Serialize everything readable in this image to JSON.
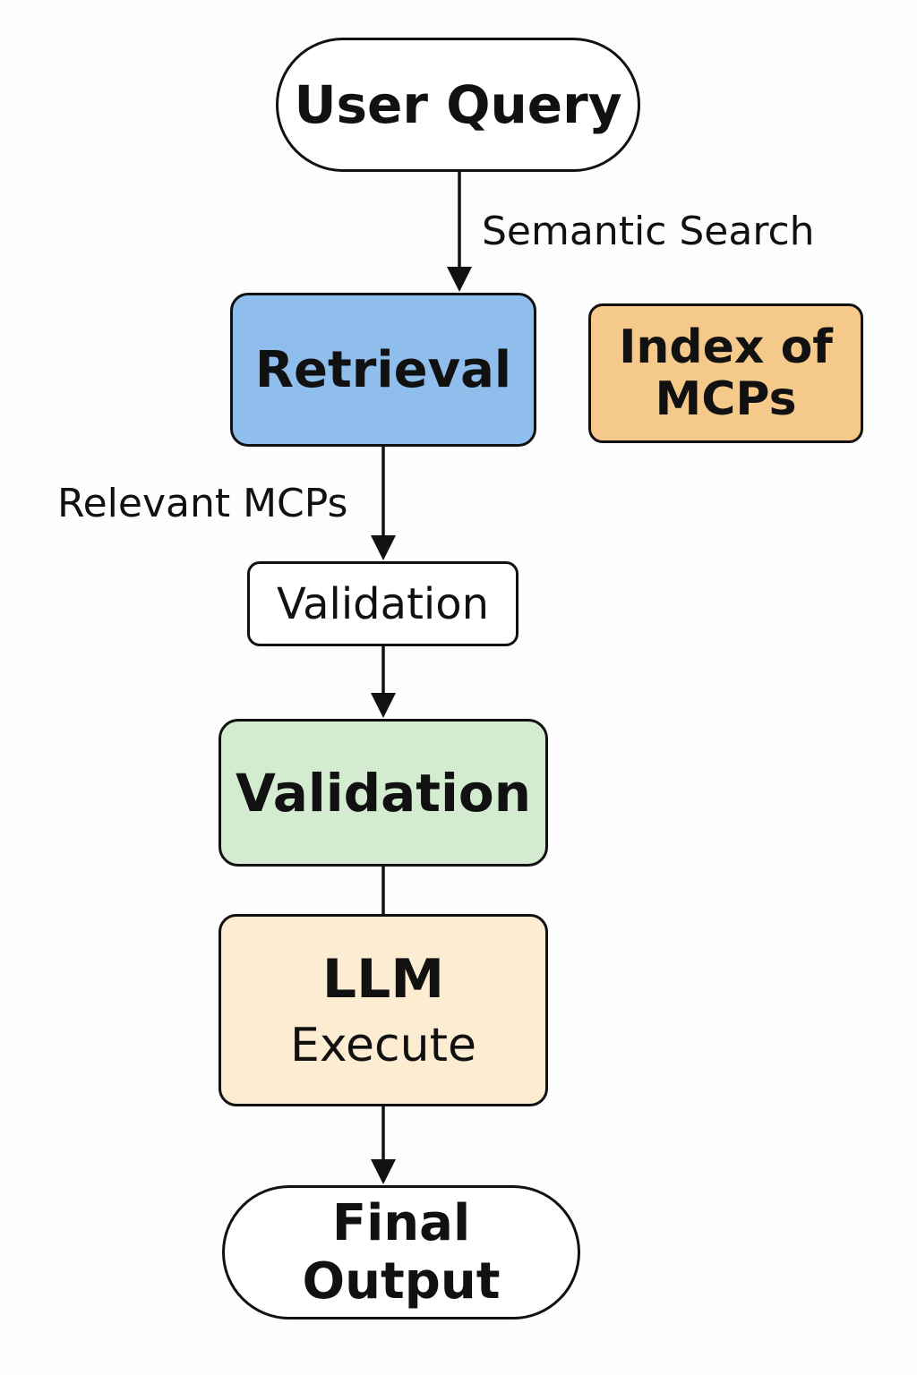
{
  "diagram": {
    "nodes": {
      "user_query": "User Query",
      "retrieval": "Retrieval",
      "index_line1": "Index of",
      "index_line2": "MCPs",
      "validation_small": "Validation",
      "validation_main": "Validation",
      "llm_title": "LLM",
      "llm_subtitle": "Execute",
      "final_output": "Final Output"
    },
    "edge_labels": {
      "semantic_search": "Semantic Search",
      "relevant_mcps": "Relevant MCPs"
    }
  },
  "colors": {
    "retrieval_fill": "#8fbdec",
    "index_fill": "#f5c98a",
    "validation_fill": "#d3ecd0",
    "llm_fill": "#fcecd1",
    "stroke": "#111111"
  }
}
